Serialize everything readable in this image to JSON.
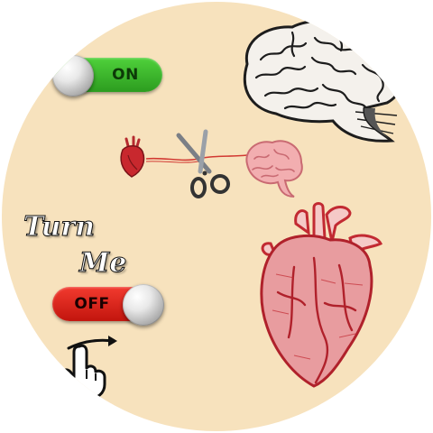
{
  "toggle_on": {
    "label": "ON",
    "state": "on",
    "color": "#3dbb2c"
  },
  "toggle_off": {
    "label": "OFF",
    "state": "off",
    "color": "#e0241a"
  },
  "caption": {
    "line1": "Turn",
    "line2": "Me"
  },
  "colors": {
    "background": "#f7e2bd",
    "heart": "#c93a3e",
    "brain_small": "#f0a9a8",
    "brain_large": "#2a2a2a"
  },
  "icons": [
    "brain-illustration",
    "small-heart-icon",
    "small-brain-icon",
    "scissors-icon",
    "heart-illustration",
    "pointing-hand-icon",
    "swipe-arrow-icon"
  ]
}
